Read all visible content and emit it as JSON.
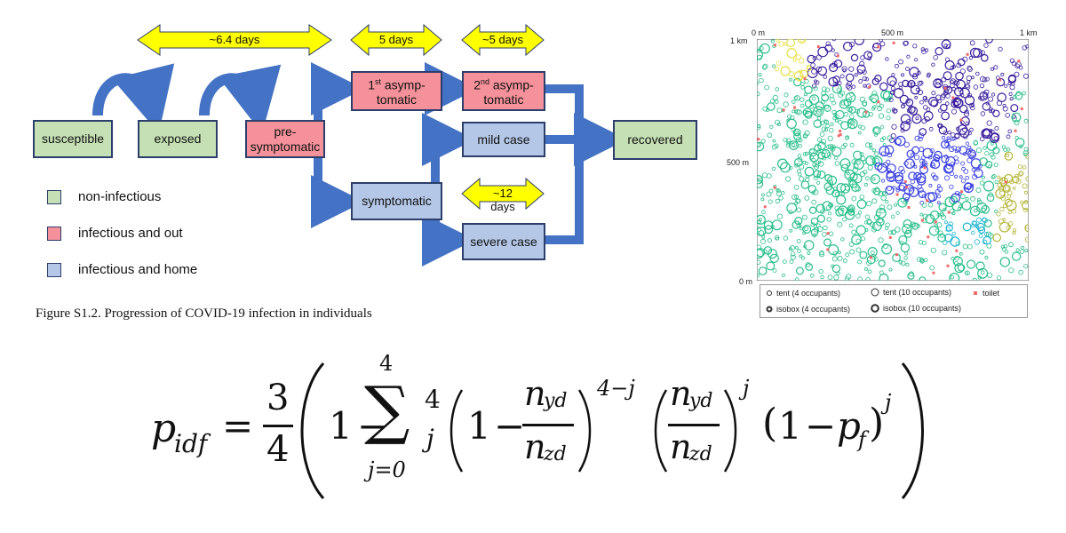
{
  "diagram": {
    "boxes": {
      "susceptible": "susceptible",
      "exposed": "exposed",
      "presymptomatic": "pre-\nsymptomatic",
      "asymp1": "1st asymp-\ntomatic",
      "asymp2": "2nd asymp-\ntomatic",
      "symptomatic": "symptomatic",
      "mild": "mild case",
      "severe": "severe case",
      "recovered": "recovered"
    },
    "durations": {
      "d1": "~6.4 days",
      "d2": "5 days",
      "d3": "~5 days",
      "d4": "~12 days"
    },
    "legend": [
      {
        "label": "non-infectious",
        "color": "#c5e0b4"
      },
      {
        "label": "infectious and out",
        "color": "#f4919a"
      },
      {
        "label": "infectious and home",
        "color": "#b4c7e7"
      }
    ],
    "caption": "Figure S1.2. Progression of COVID-19 infection in individuals",
    "colors": {
      "arrow": "#4472c4",
      "duration": "#ffff00",
      "border": "#2c3e6b"
    }
  },
  "map": {
    "x_ticks": [
      "0 m",
      "500 m",
      "1 km"
    ],
    "y_ticks": [
      "1 km",
      "500 m",
      "0 m"
    ],
    "legend": {
      "tent4": "tent (4 occupants)",
      "tent10": "tent (10 occupants)",
      "toilet": "toilet",
      "isobox4": "isobox (4 occupants)",
      "isobox10": "isobox (10 occupants)"
    },
    "colors": {
      "purple": "#3b1f9e",
      "teal": "#2bbf8a",
      "blue": "#3a3fe0",
      "yellow": "#e8e040",
      "olive": "#b5b53a",
      "cyan": "#1fb5d4",
      "toilet": "#f06a6a"
    }
  },
  "formula": {
    "lhs_p": "p",
    "lhs_sub": "idf",
    "eq": "=",
    "num": "3",
    "den": "4",
    "one": "1",
    "minus": "−",
    "sum_top": "4",
    "sum_sym": "∑",
    "sum_bottom": "j=0",
    "binom_top": "4",
    "binom_bottom": "j",
    "n": "n",
    "yd": "yd",
    "zd": "zd",
    "exp1": "4−j",
    "exp2": "j",
    "exp3": "j",
    "pf_p": "p",
    "pf_sub": "f"
  }
}
